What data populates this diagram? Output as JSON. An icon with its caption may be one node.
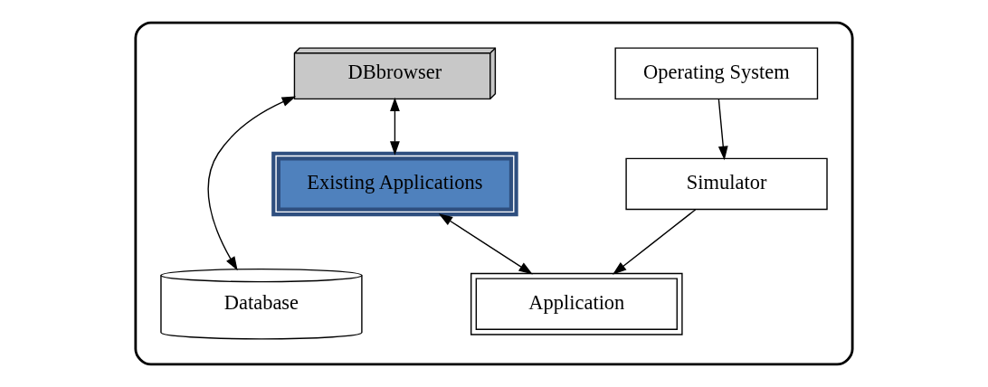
{
  "diagram": {
    "nodes": [
      {
        "text": [],
        "shape": "box"
      },
      {
        "text": [
          "DBbrowser"
        ],
        "in": 0
      },
      {
        "text": [
          "Database"
        ],
        "in": 0
      },
      {
        "text": [
          "Existing Applications"
        ],
        "in": 0
      },
      {
        "text": [
          "Operating System"
        ],
        "in": 0
      },
      {
        "text": [
          "Simulator"
        ],
        "in": 0
      },
      {
        "text": [
          "Application"
        ],
        "in": 0
      }
    ],
    "edges": [
      {
        "from": 1,
        "to": 3,
        "arrow": "both"
      },
      {
        "from": 1,
        "to": 2,
        "arrow": "both"
      },
      {
        "from": 3,
        "to": 6,
        "arrow": "both"
      },
      {
        "from": 4,
        "to": 5,
        "arrow": "to"
      },
      {
        "from": 5,
        "to": 6,
        "arrow": "to"
      }
    ]
  }
}
